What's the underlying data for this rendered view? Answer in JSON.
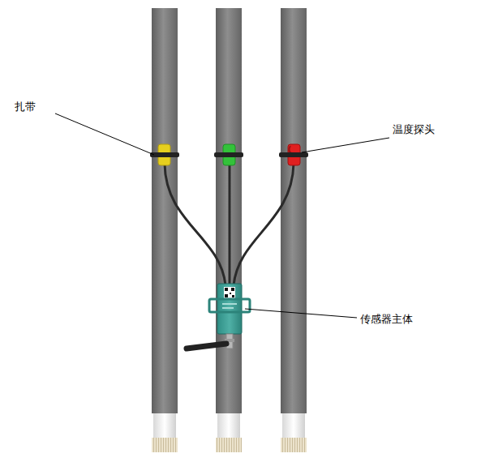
{
  "diagram": {
    "labels": [
      "扎带",
      "温度探头",
      "传感器主体"
    ]
  }
}
